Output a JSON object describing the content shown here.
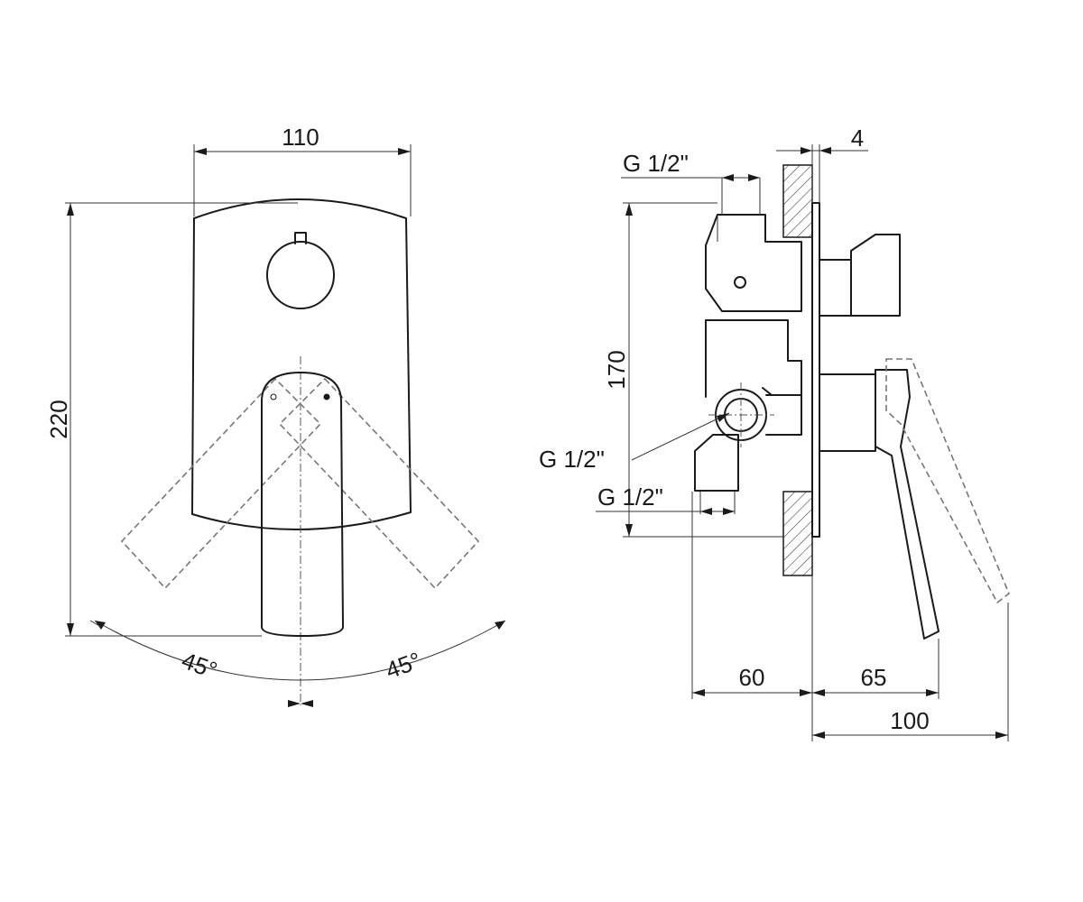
{
  "front_view": {
    "width_label": "110",
    "height_label": "220",
    "angle_left_label": "45°",
    "angle_right_label": "45°"
  },
  "side_view": {
    "depth_label": "4",
    "top_thread_label": "G 1/2\"",
    "height_label": "170",
    "middle_thread_label": "G 1/2\"",
    "bottom_thread_label": "G 1/2\"",
    "body_depth_label": "60",
    "handle_depth_label": "65",
    "overall_depth_label": "100"
  }
}
